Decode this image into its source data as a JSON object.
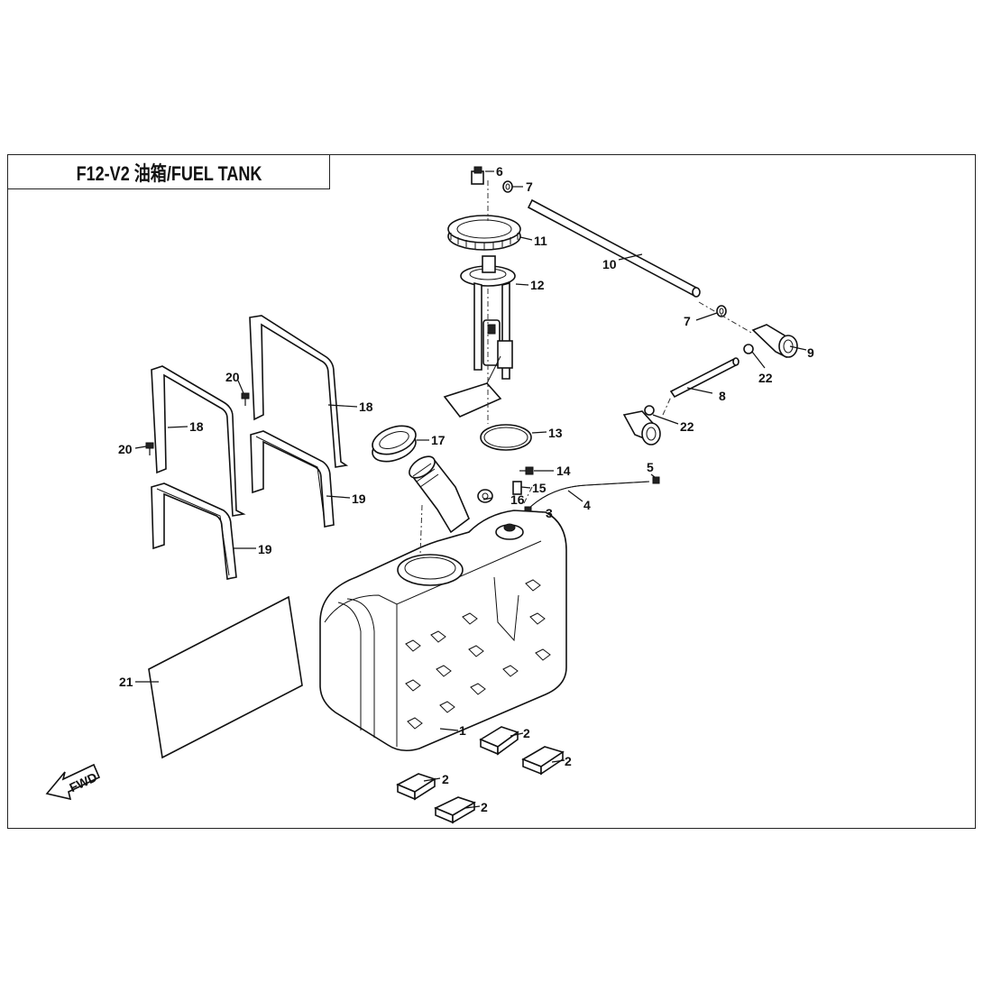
{
  "diagram": {
    "title": "F12-V2 油箱/FUEL TANK",
    "fwd_label": "FWD",
    "callouts": [
      "1",
      "2",
      "2",
      "2",
      "2",
      "3",
      "4",
      "5",
      "6",
      "7",
      "7",
      "8",
      "9",
      "10",
      "11",
      "12",
      "13",
      "14",
      "15",
      "16",
      "17",
      "18",
      "18",
      "19",
      "19",
      "20",
      "20",
      "21",
      "22",
      "22"
    ]
  }
}
